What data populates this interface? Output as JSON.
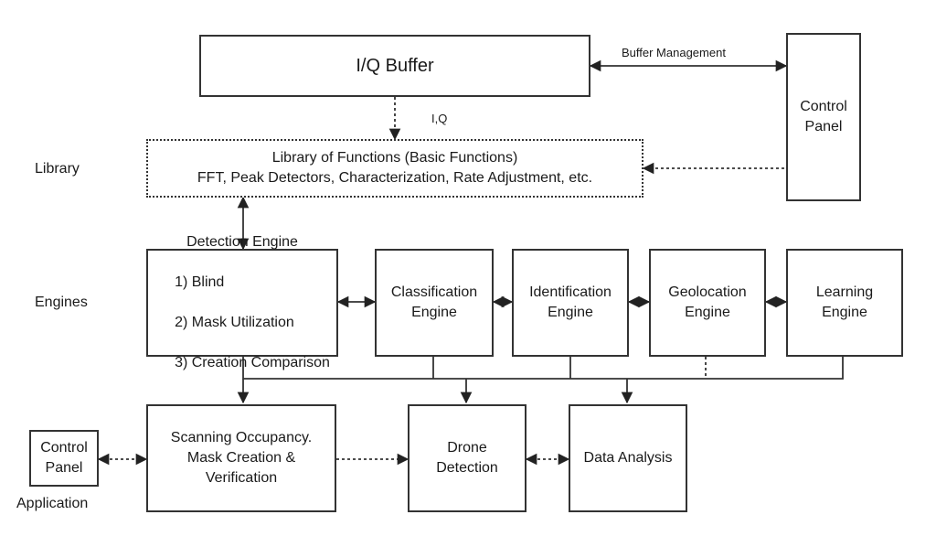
{
  "row_labels": {
    "library": "Library",
    "engines": "Engines",
    "application": "Application"
  },
  "boxes": {
    "iq_buffer": "I/Q Buffer",
    "control_panel_top": "Control\nPanel",
    "library": {
      "line1": "Library of Functions (Basic Functions)",
      "line2": "FFT, Peak Detectors, Characterization, Rate Adjustment, etc."
    },
    "detection_engine": {
      "title": "Detection Engine",
      "items": [
        "1) Blind",
        "2) Mask Utilization",
        "3) Creation Comparison"
      ]
    },
    "classification_engine": "Classification\nEngine",
    "identification_engine": "Identification\nEngine",
    "geolocation_engine": "Geolocation\nEngine",
    "learning_engine": "Learning\nEngine",
    "control_panel_app": "Control\nPanel",
    "scanning": "Scanning Occupancy.\nMask Creation &\nVerification",
    "drone_detection": "Drone\nDetection",
    "data_analysis": "Data Analysis"
  },
  "edge_labels": {
    "buffer_management": "Buffer Management",
    "iq": "I,Q"
  }
}
